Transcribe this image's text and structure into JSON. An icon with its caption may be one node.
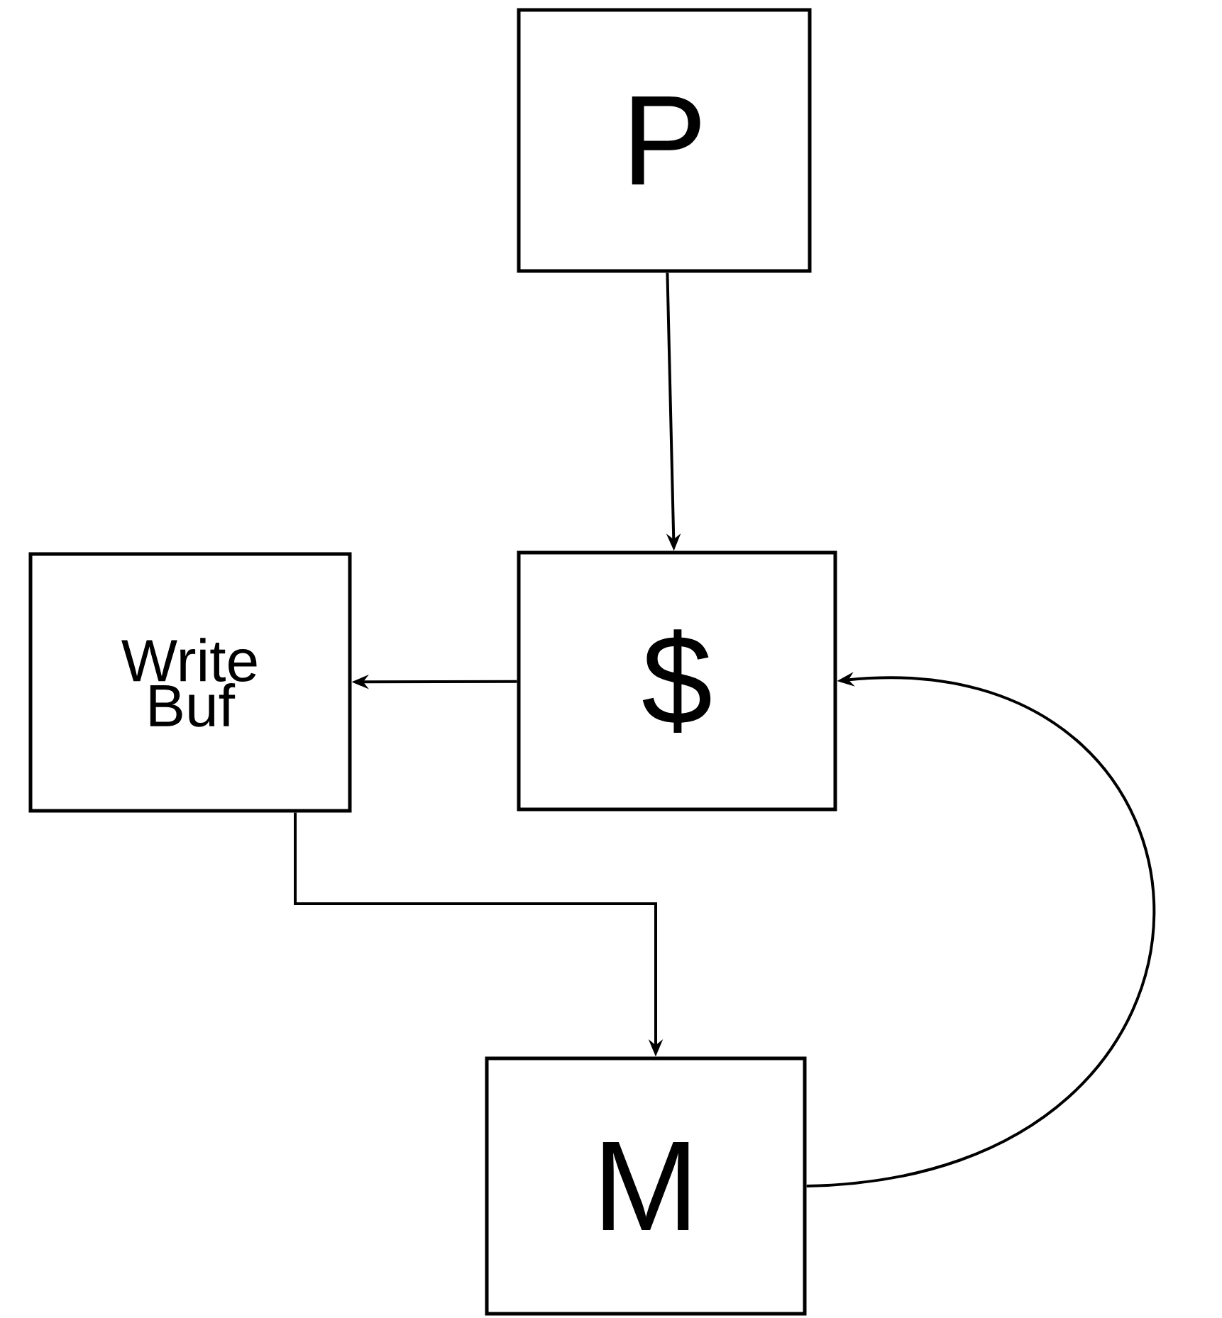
{
  "diagram": {
    "nodes": [
      {
        "text": [
          "P"
        ]
      },
      {
        "text": [
          "$"
        ]
      },
      {
        "text": [
          "Write Buf"
        ]
      },
      {
        "text": [
          "M"
        ]
      }
    ],
    "edges": [
      {
        "from": 0,
        "to": 1,
        "arrow": "to"
      },
      {
        "from": 1,
        "to": 2,
        "arrow": "to"
      },
      {
        "from": 2,
        "to": 3,
        "arrow": "to"
      },
      {
        "from": 3,
        "to": 1,
        "arrow": "to"
      }
    ]
  }
}
